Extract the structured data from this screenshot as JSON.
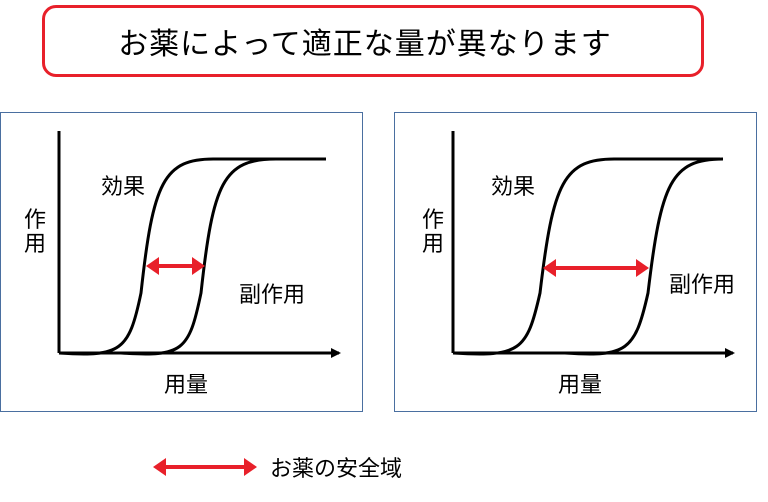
{
  "title": "お薬によって適正な量が異なります",
  "panels": [
    {
      "effect_label": "効果",
      "side_effect_label": "副作用",
      "y_axis_label": "作用",
      "x_axis_label": "用量",
      "safety_window": "narrow"
    },
    {
      "effect_label": "効果",
      "side_effect_label": "副作用",
      "y_axis_label": "作用",
      "x_axis_label": "用量",
      "safety_window": "wide"
    }
  ],
  "legend": {
    "label": "お薬の安全域"
  },
  "colors": {
    "accent": "#e8202a",
    "panel_border": "#4a6fa0",
    "curve": "#000000"
  }
}
